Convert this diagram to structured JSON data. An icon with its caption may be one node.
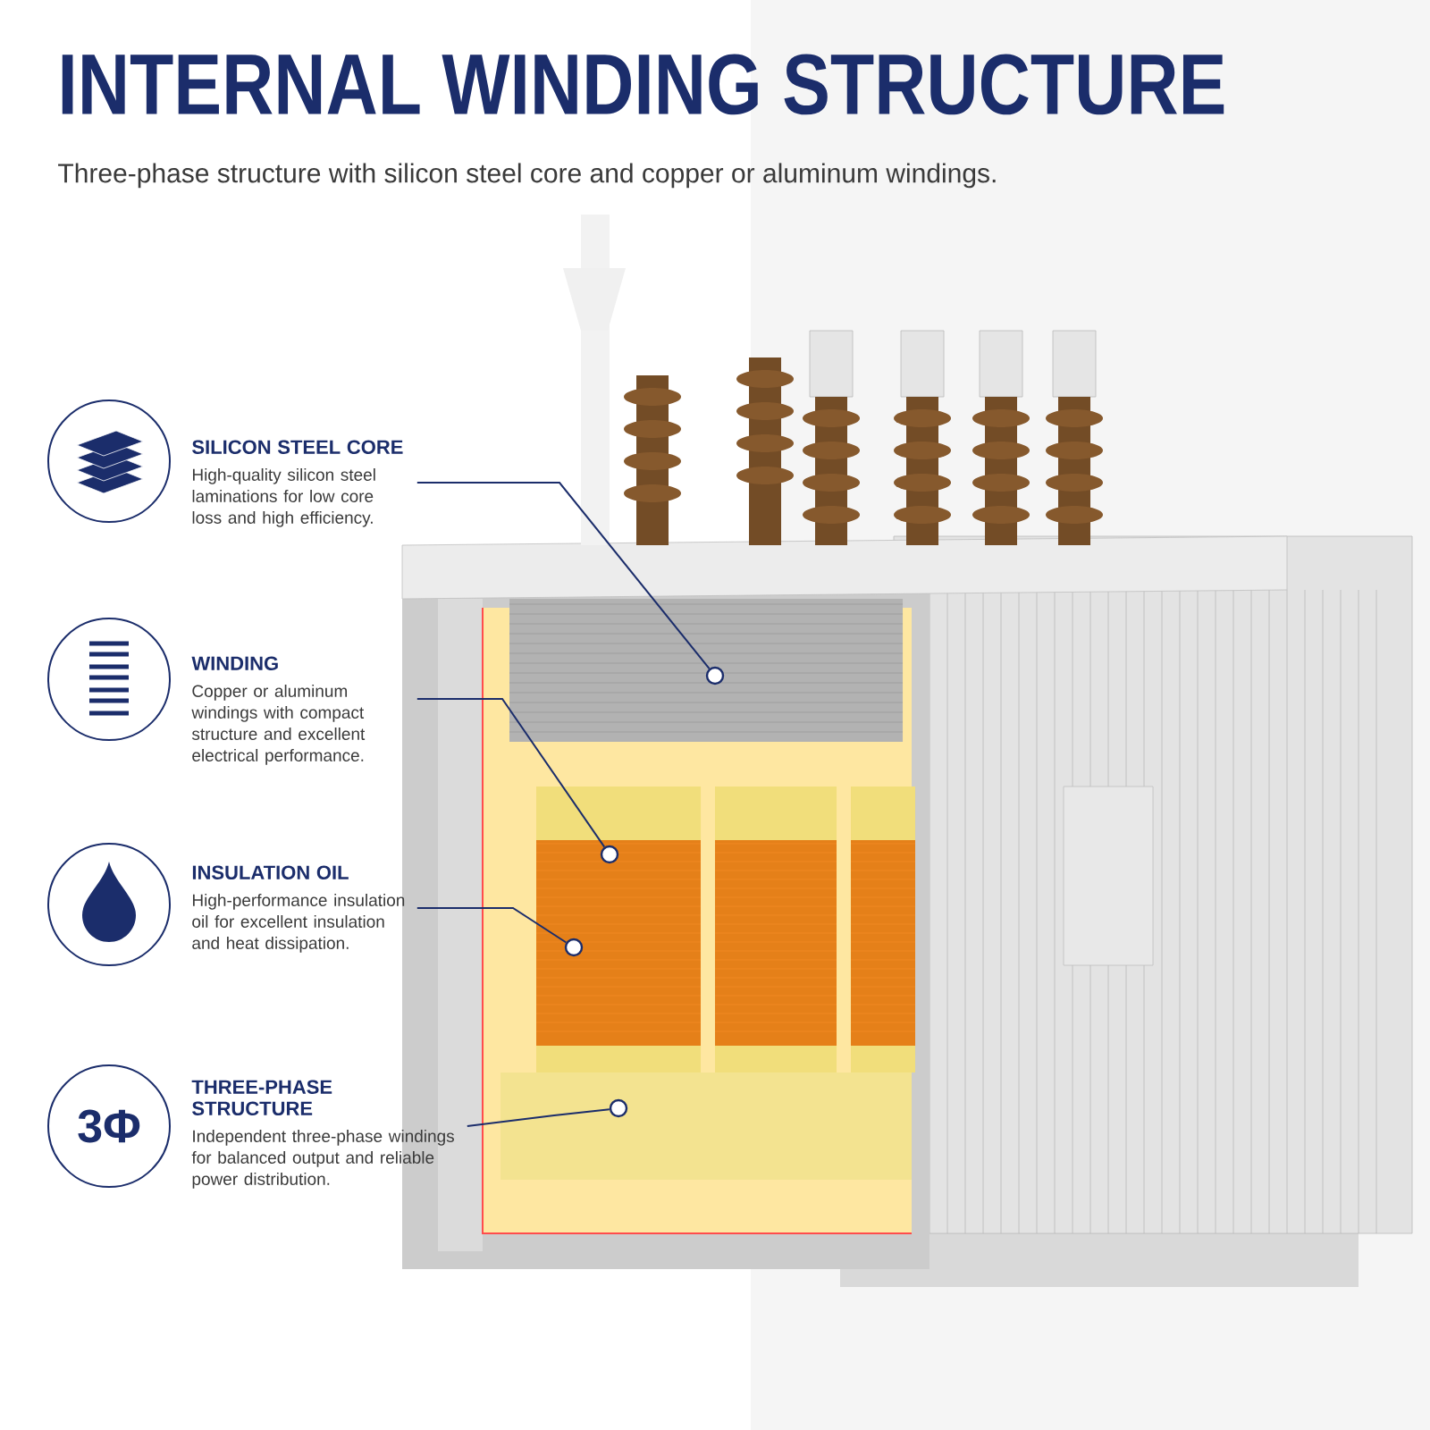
{
  "diagram": {
    "title": "INTERNAL WINDING STRUCTURE",
    "caption": "Three-phase structure with silicon steel core and copper or aluminum windings.",
    "nodes": [
      {
        "text": [
          "SILICON STEEL CORE",
          "High-quality silicon steel laminations for low core loss and high efficiency."
        ]
      },
      {
        "text": [
          "WINDING",
          "Copper or aluminum windings with compact structure and excellent electrical performance."
        ]
      },
      {
        "text": [
          "INSULATION OIL",
          "High-performance insulation oil for excellent insulation and heat dissipation."
        ]
      },
      {
        "text": [
          "THREE-PHASE STRUCTURE",
          "Independent three-phase windings for balanced output and reliable power distribution."
        ]
      },
      {
        "text": [],
        "shape": "circle"
      },
      {
        "text": [],
        "shape": "circle"
      },
      {
        "text": [],
        "shape": "circle"
      },
      {
        "text": [],
        "shape": "circle"
      }
    ],
    "edges": [
      {
        "from": 0,
        "to": 4,
        "arrow": "none"
      },
      {
        "from": 1,
        "to": 5,
        "arrow": "none"
      },
      {
        "from": 2,
        "to": 6,
        "arrow": "none"
      },
      {
        "from": 3,
        "to": 7,
        "arrow": "none"
      }
    ],
    "labels": [
      "3Φ"
    ]
  }
}
